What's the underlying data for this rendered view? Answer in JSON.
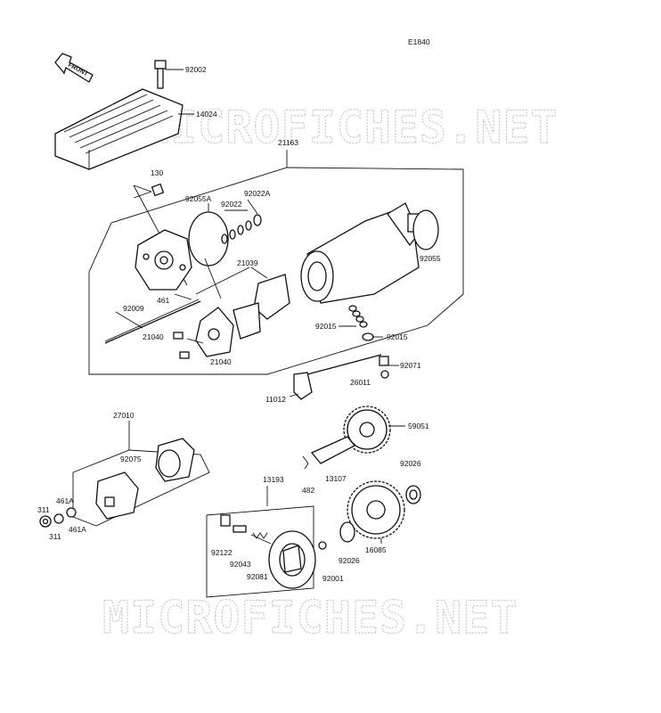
{
  "diagram_code": "E1840",
  "front_label": "FRONT",
  "watermark": "MICROFICHES.NET",
  "parts": [
    {
      "id": "p-92002",
      "label": "92002"
    },
    {
      "id": "p-14024",
      "label": "14024"
    },
    {
      "id": "p-21163",
      "label": "21163"
    },
    {
      "id": "p-130",
      "label": "130"
    },
    {
      "id": "p-92055a",
      "label": "92055A"
    },
    {
      "id": "p-92022",
      "label": "92022"
    },
    {
      "id": "p-92022a",
      "label": "92022A"
    },
    {
      "id": "p-92055",
      "label": "92055"
    },
    {
      "id": "p-21039",
      "label": "21039"
    },
    {
      "id": "p-461",
      "label": "461"
    },
    {
      "id": "p-92009",
      "label": "92009"
    },
    {
      "id": "p-21040a",
      "label": "21040"
    },
    {
      "id": "p-21040b",
      "label": "21040"
    },
    {
      "id": "p-92015a",
      "label": "92015"
    },
    {
      "id": "p-92015b",
      "label": "92015"
    },
    {
      "id": "p-92071",
      "label": "92071"
    },
    {
      "id": "p-26011",
      "label": "26011"
    },
    {
      "id": "p-11012",
      "label": "11012"
    },
    {
      "id": "p-27010",
      "label": "27010"
    },
    {
      "id": "p-59051",
      "label": "59051"
    },
    {
      "id": "p-92075",
      "label": "92075"
    },
    {
      "id": "p-92026a",
      "label": "92026"
    },
    {
      "id": "p-482",
      "label": "482"
    },
    {
      "id": "p-13107",
      "label": "13107"
    },
    {
      "id": "p-13193",
      "label": "13193"
    },
    {
      "id": "p-461a1",
      "label": "461A"
    },
    {
      "id": "p-311a",
      "label": "311"
    },
    {
      "id": "p-311b",
      "label": "311"
    },
    {
      "id": "p-461a2",
      "label": "461A"
    },
    {
      "id": "p-92122",
      "label": "92122"
    },
    {
      "id": "p-92043",
      "label": "92043"
    },
    {
      "id": "p-92081",
      "label": "92081"
    },
    {
      "id": "p-92001",
      "label": "92001"
    },
    {
      "id": "p-92026b",
      "label": "92026"
    },
    {
      "id": "p-16085",
      "label": "16085"
    }
  ]
}
